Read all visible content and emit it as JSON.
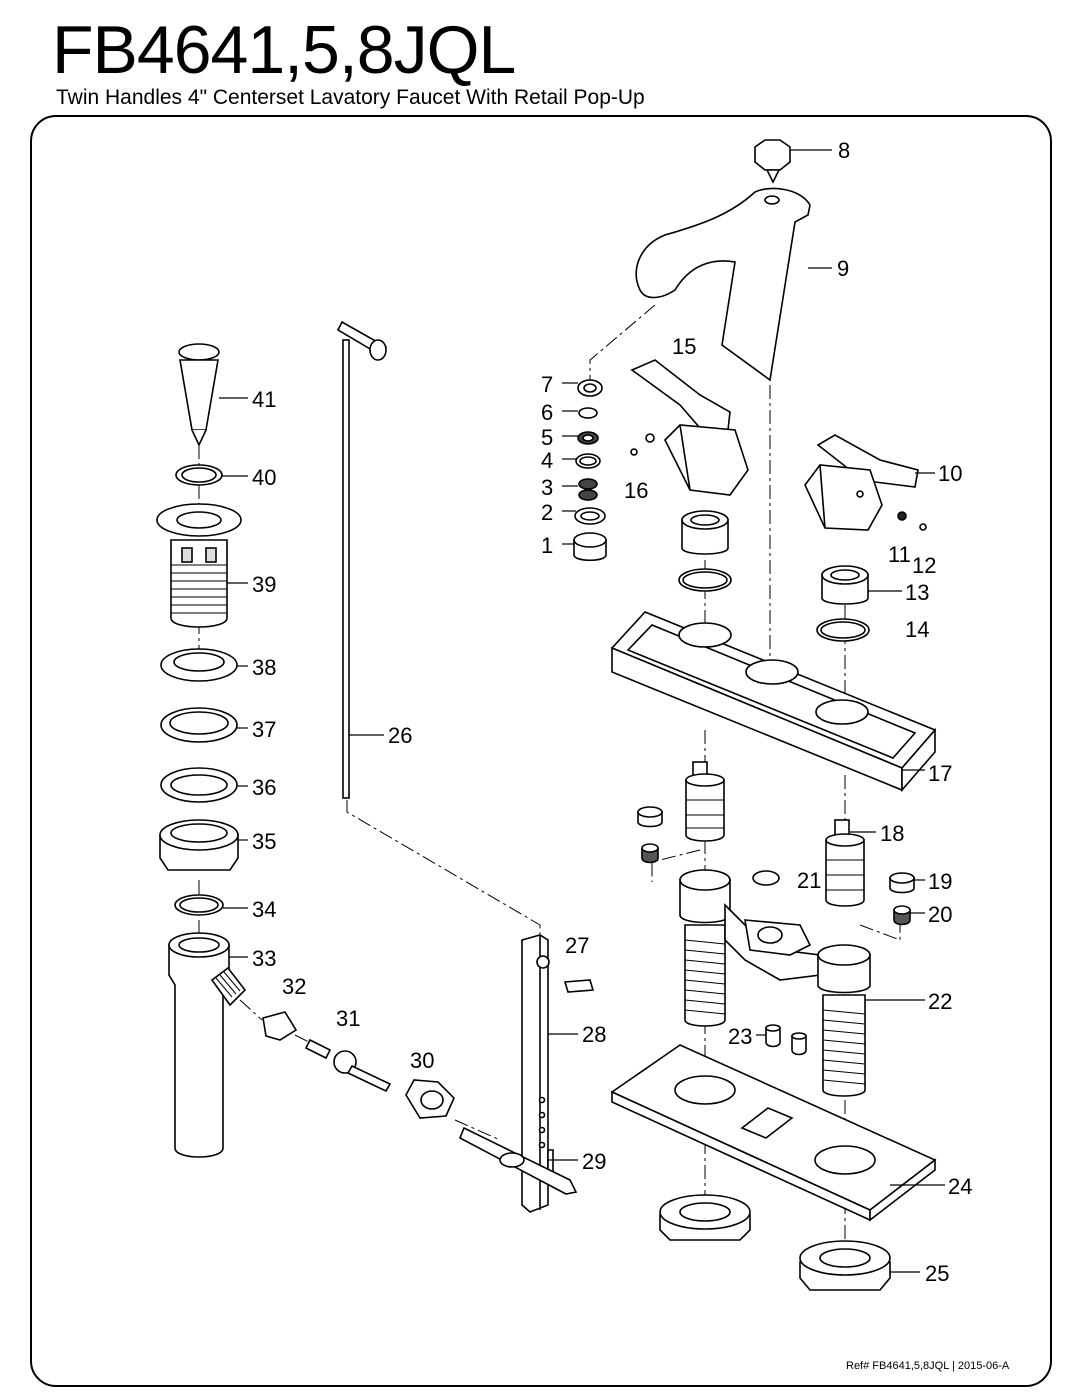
{
  "header": {
    "model": "FB4641,5,8JQL",
    "description": "Twin Handles 4\" Centerset Lavatory Faucet With Retail Pop-Up"
  },
  "footer": {
    "reference": "Ref# FB4641,5,8JQL | 2015-06-A"
  },
  "callouts": [
    {
      "id": "c1",
      "number": "1"
    },
    {
      "id": "c2",
      "number": "2"
    },
    {
      "id": "c3",
      "number": "3"
    },
    {
      "id": "c4",
      "number": "4"
    },
    {
      "id": "c5",
      "number": "5"
    },
    {
      "id": "c6",
      "number": "6"
    },
    {
      "id": "c7",
      "number": "7"
    },
    {
      "id": "c8",
      "number": "8"
    },
    {
      "id": "c9",
      "number": "9"
    },
    {
      "id": "c10",
      "number": "10"
    },
    {
      "id": "c11",
      "number": "11"
    },
    {
      "id": "c12",
      "number": "12"
    },
    {
      "id": "c13",
      "number": "13"
    },
    {
      "id": "c14",
      "number": "14"
    },
    {
      "id": "c15",
      "number": "15"
    },
    {
      "id": "c16",
      "number": "16"
    },
    {
      "id": "c17",
      "number": "17"
    },
    {
      "id": "c18",
      "number": "18"
    },
    {
      "id": "c19",
      "number": "19"
    },
    {
      "id": "c20",
      "number": "20"
    },
    {
      "id": "c21",
      "number": "21"
    },
    {
      "id": "c22",
      "number": "22"
    },
    {
      "id": "c23",
      "number": "23"
    },
    {
      "id": "c24",
      "number": "24"
    },
    {
      "id": "c25",
      "number": "25"
    },
    {
      "id": "c26",
      "number": "26"
    },
    {
      "id": "c27",
      "number": "27"
    },
    {
      "id": "c28",
      "number": "28"
    },
    {
      "id": "c29",
      "number": "29"
    },
    {
      "id": "c30",
      "number": "30"
    },
    {
      "id": "c31",
      "number": "31"
    },
    {
      "id": "c32",
      "number": "32"
    },
    {
      "id": "c33",
      "number": "33"
    },
    {
      "id": "c34",
      "number": "34"
    },
    {
      "id": "c35",
      "number": "35"
    },
    {
      "id": "c36",
      "number": "36"
    },
    {
      "id": "c37",
      "number": "37"
    },
    {
      "id": "c38",
      "number": "38"
    },
    {
      "id": "c39",
      "number": "39"
    },
    {
      "id": "c40",
      "number": "40"
    },
    {
      "id": "c41",
      "number": "41"
    }
  ]
}
